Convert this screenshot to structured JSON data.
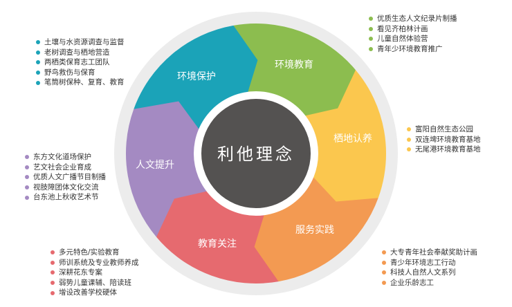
{
  "center": {
    "label": "利他理念"
  },
  "segments": [
    {
      "label": "环境保护",
      "color": "#1ba3b8"
    },
    {
      "label": "环境教育",
      "color": "#8cbd4f"
    },
    {
      "label": "栖地认养",
      "color": "#fbc74e"
    },
    {
      "label": "服务实践",
      "color": "#f39a52"
    },
    {
      "label": "教育关注",
      "color": "#e66a6f"
    },
    {
      "label": "人文提升",
      "color": "#a48ac2"
    }
  ],
  "lists": {
    "environment_protection": {
      "color": "#1ba3b8",
      "items": [
        "土壤与水资源调查与监督",
        "老树调查与栖地营造",
        "两栖类保育志工团队",
        "野鸟救伤与保育",
        "笔筒树保种、复育、教育"
      ]
    },
    "environment_education": {
      "color": "#8cbd4f",
      "items": [
        "优质生态人文纪录片制播",
        "看见齐柏林计画",
        "儿童自然体验营",
        "青年少环境教育推广"
      ]
    },
    "habitat_adoption": {
      "color": "#fbc74e",
      "items": [
        "富阳自然生态公园",
        "双连埤环境教育基地",
        "无尾港环境教育基地"
      ]
    },
    "service_practice": {
      "color": "#f39a52",
      "items": [
        "大专青年社会奉献奖助计画",
        "青少年环境志工行动",
        "科技人自然人文系列",
        "企业乐龄志工"
      ]
    },
    "education_concern": {
      "color": "#e66a6f",
      "items": [
        "多元特色/实验教育",
        "师训系统及专业教师养成",
        "深耕花东专案",
        "弱势儿童课辅、陪读班",
        "增设改善学校硬体"
      ]
    },
    "humanities_improvement": {
      "color": "#a48ac2",
      "items": [
        "东方文化道场保护",
        "艺文社会企业育成",
        "优质人文广播节目制播",
        "视肢障团体文化交流",
        "台东池上秋收艺术节"
      ]
    }
  }
}
